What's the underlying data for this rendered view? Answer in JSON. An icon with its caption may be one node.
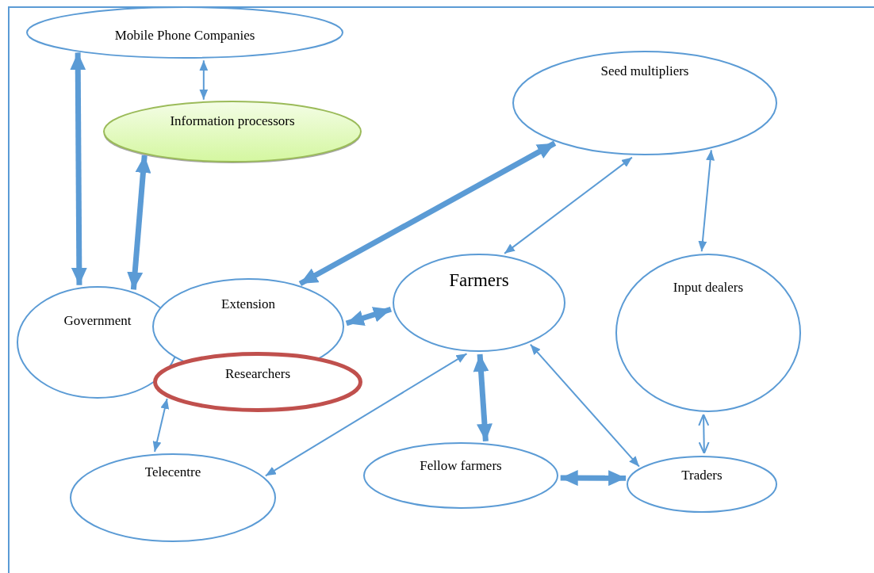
{
  "diagram": {
    "nodes": [
      {
        "text": [
          "Mobile Phone Companies"
        ]
      },
      {
        "text": [
          "Information processors"
        ]
      },
      {
        "text": [
          "Seed multipliers"
        ]
      },
      {
        "text": [
          "Government"
        ]
      },
      {
        "text": [
          "Extension"
        ]
      },
      {
        "text": [
          "Farmers"
        ]
      },
      {
        "text": [
          "Input dealers"
        ]
      },
      {
        "text": [
          "Researchers"
        ]
      },
      {
        "text": [
          "Telecentre"
        ]
      },
      {
        "text": [
          "Fellow farmers"
        ]
      },
      {
        "text": [
          "Traders"
        ]
      }
    ],
    "edges": [
      {
        "from": 0,
        "to": 3,
        "arrow": "both",
        "style": "thick"
      },
      {
        "from": 0,
        "to": 1,
        "arrow": "both"
      },
      {
        "from": 1,
        "to": 3,
        "arrow": "both",
        "style": "thick"
      },
      {
        "from": 2,
        "to": 4,
        "arrow": "both",
        "style": "thick"
      },
      {
        "from": 2,
        "to": 5,
        "arrow": "both"
      },
      {
        "from": 2,
        "to": 6,
        "arrow": "both"
      },
      {
        "from": 4,
        "to": 5,
        "arrow": "both",
        "style": "thick"
      },
      {
        "from": 5,
        "to": 9,
        "arrow": "both",
        "style": "thick"
      },
      {
        "from": 5,
        "to": 8,
        "arrow": "both"
      },
      {
        "from": 5,
        "to": 10,
        "arrow": "both"
      },
      {
        "from": 9,
        "to": 10,
        "arrow": "both",
        "style": "thick"
      },
      {
        "from": 6,
        "to": 10,
        "arrow": "both"
      },
      {
        "from": 7,
        "to": 8,
        "arrow": "both"
      }
    ]
  }
}
